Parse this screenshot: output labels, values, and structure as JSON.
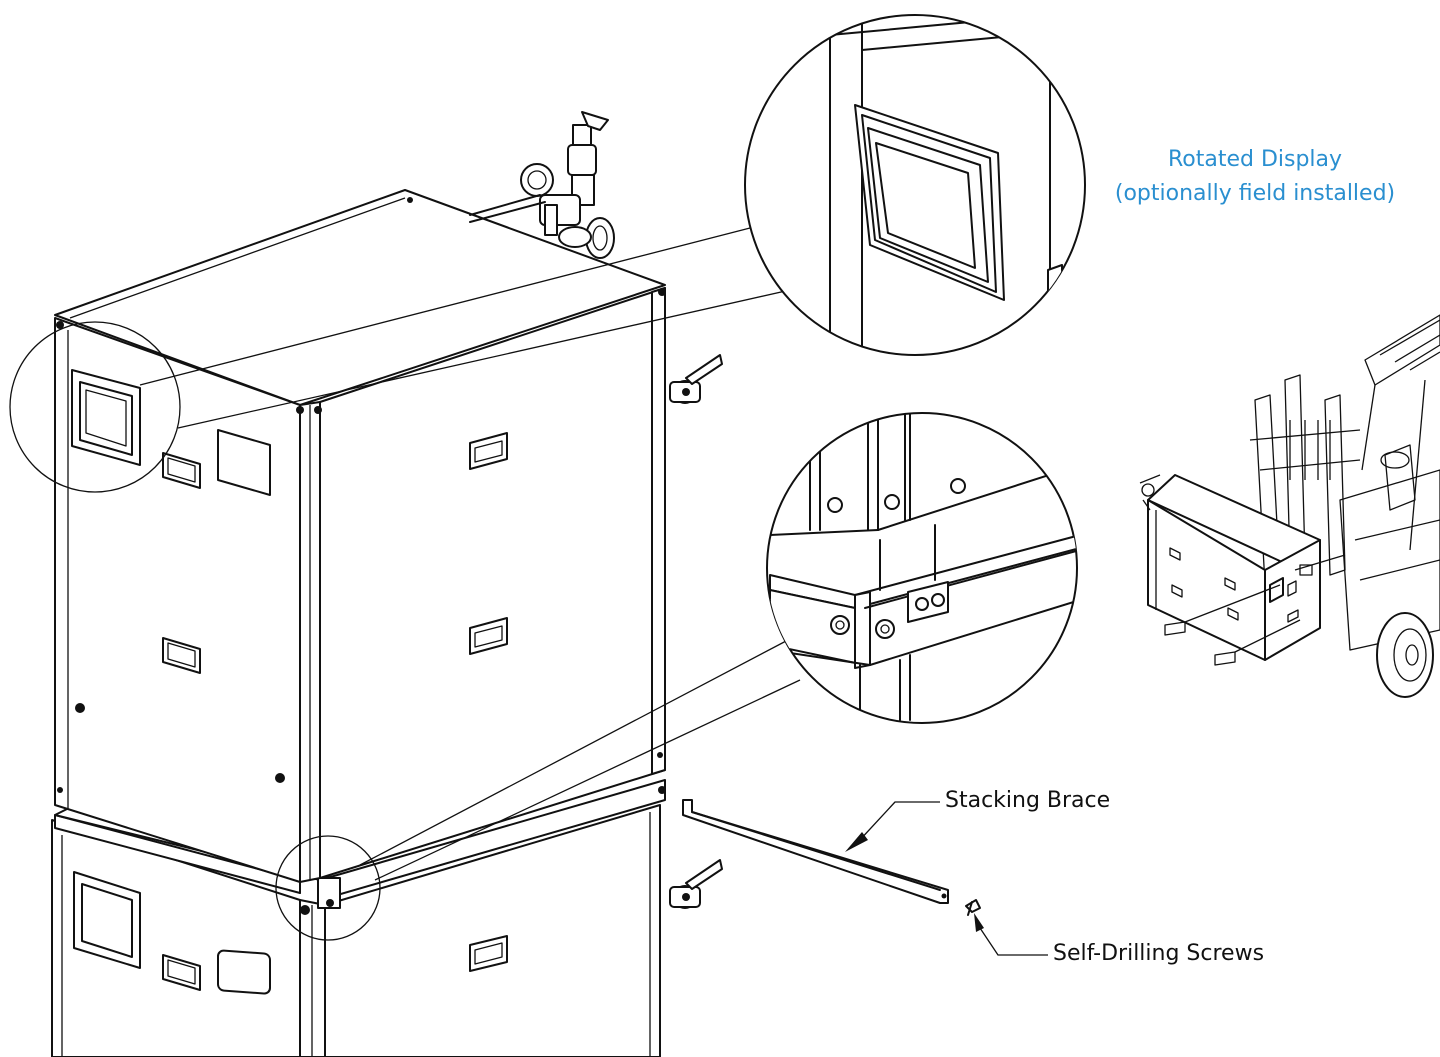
{
  "callouts": {
    "rotated_display_line1": "Rotated Display",
    "rotated_display_line2": "(optionally field installed)",
    "stacking_brace": "Stacking Brace",
    "self_drilling_screws": "Self-Drilling Screws"
  },
  "colors": {
    "line": "#111111",
    "callout_blue": "#2a8fd0",
    "background": "#ffffff"
  }
}
